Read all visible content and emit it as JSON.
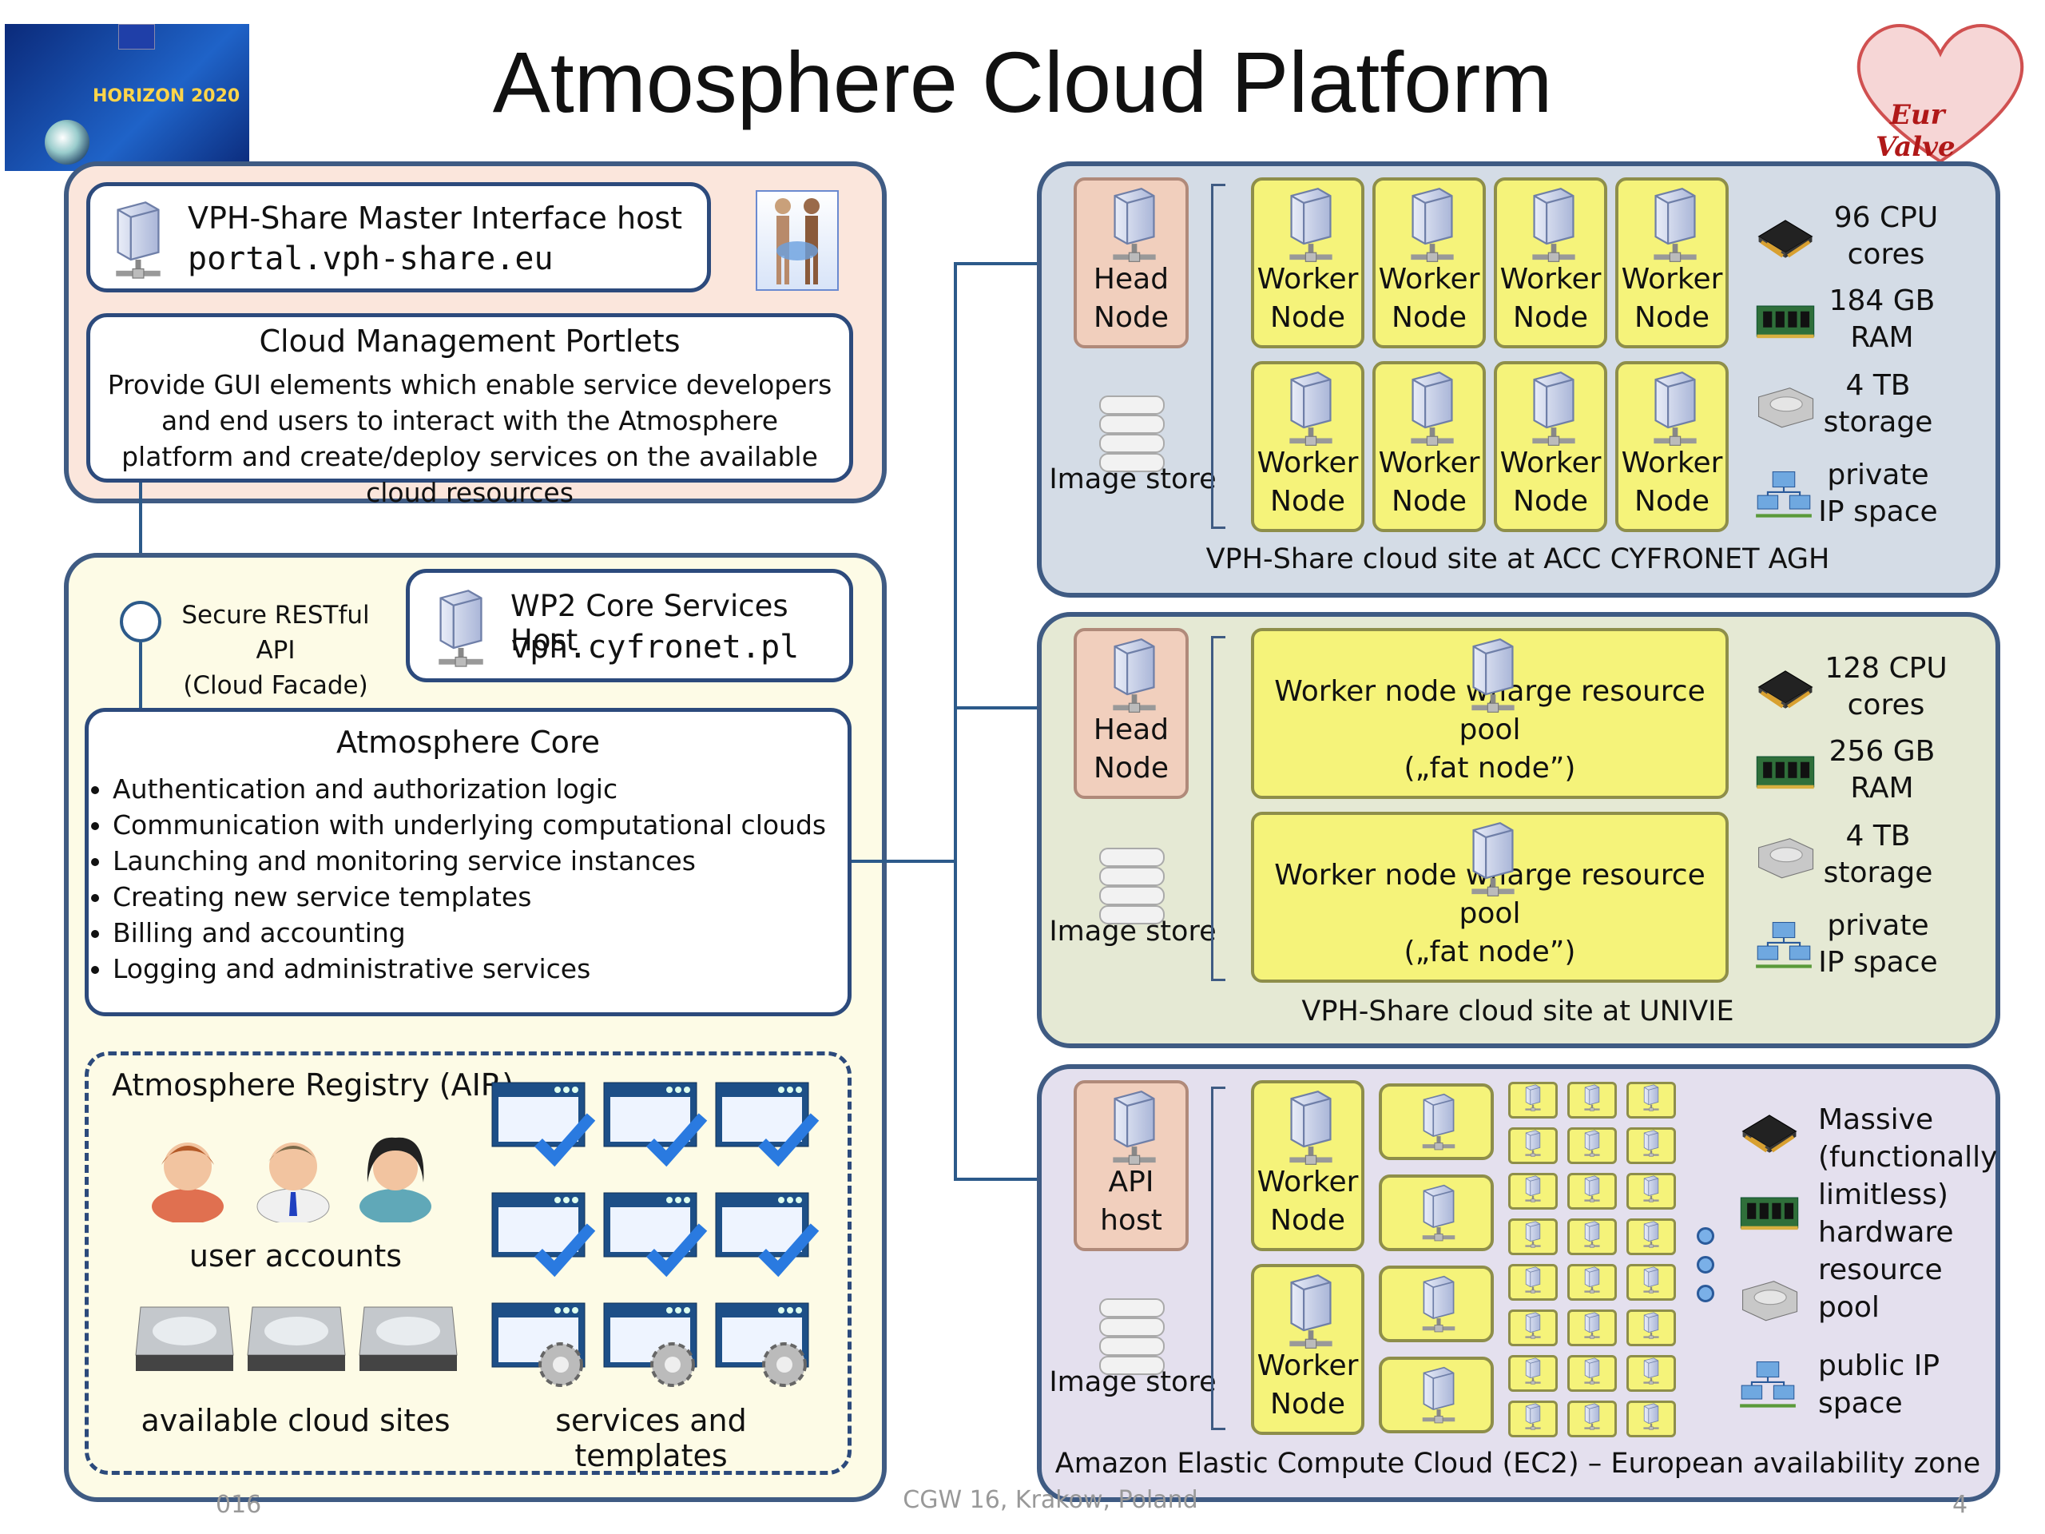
{
  "title": "Atmosphere Cloud Platform",
  "logos": {
    "left": "HORIZON 2020",
    "right_line1": "Eur",
    "right_line2": "Valve"
  },
  "left": {
    "master": {
      "title": "VPH-Share Master Interface host",
      "host": "portal.vph-share.eu"
    },
    "portlets": {
      "title": "Cloud Management Portlets",
      "desc": "Provide GUI elements which enable service developers and end users to interact with the Atmosphere platform and create/deploy services on the available cloud resources"
    },
    "api": {
      "line1": "Secure RESTful API",
      "line2": "(Cloud Facade)"
    },
    "wp2": {
      "title": "WP2 Core Services Host",
      "host": "vph.cyfronet.pl"
    },
    "core": {
      "title": "Atmosphere Core",
      "items": [
        "Authentication and authorization logic",
        "Communication with underlying computational clouds",
        "Launching and monitoring service instances",
        "Creating new service templates",
        "Billing and accounting",
        "Logging and administrative services"
      ]
    },
    "registry": {
      "title": "Atmosphere Registry (AIR)",
      "users": "user accounts",
      "sites": "available cloud sites",
      "services": "services and templates"
    }
  },
  "sites": [
    {
      "name": "VPH-Share cloud site at ACC CYFRONET AGH",
      "head": [
        "Head",
        "Node"
      ],
      "store": "Image store",
      "worker": [
        "Worker",
        "Node"
      ],
      "res": [
        [
          "96 CPU",
          "cores"
        ],
        [
          "184 GB",
          "RAM"
        ],
        [
          "4 TB",
          "storage"
        ],
        [
          "private",
          "IP space"
        ]
      ]
    },
    {
      "name": "VPH-Share cloud site at UNIVIE",
      "head": [
        "Head",
        "Node"
      ],
      "store": "Image store",
      "fat": [
        "Worker node w/large resource pool",
        "(„fat node”)"
      ],
      "res": [
        [
          "128 CPU",
          "cores"
        ],
        [
          "256 GB",
          "RAM"
        ],
        [
          "4 TB",
          "storage"
        ],
        [
          "private",
          "IP space"
        ]
      ]
    },
    {
      "name": "Amazon Elastic Compute Cloud (EC2) – European availability zone",
      "head": [
        "API",
        "host"
      ],
      "store": "Image store",
      "worker": [
        "Worker",
        "Node"
      ],
      "res_text": [
        "Massive",
        "(functionally",
        "limitless)",
        "hardware",
        "resource",
        "pool"
      ],
      "ip": [
        "public IP",
        "space"
      ]
    }
  ],
  "footer": {
    "left": "016",
    "center": "CGW 16, Krakow, Poland",
    "right": "4"
  },
  "colors": {
    "panel_border": "#3f5b83",
    "site1_bg": "#d4dce6",
    "site2_bg": "#e5e9d4",
    "site3_bg": "#e4e0ee",
    "worker": "#f5f37a",
    "head": "#f1cfbd",
    "top_panel": "#fbe6dc",
    "bottom_panel": "#fdfbe6"
  }
}
